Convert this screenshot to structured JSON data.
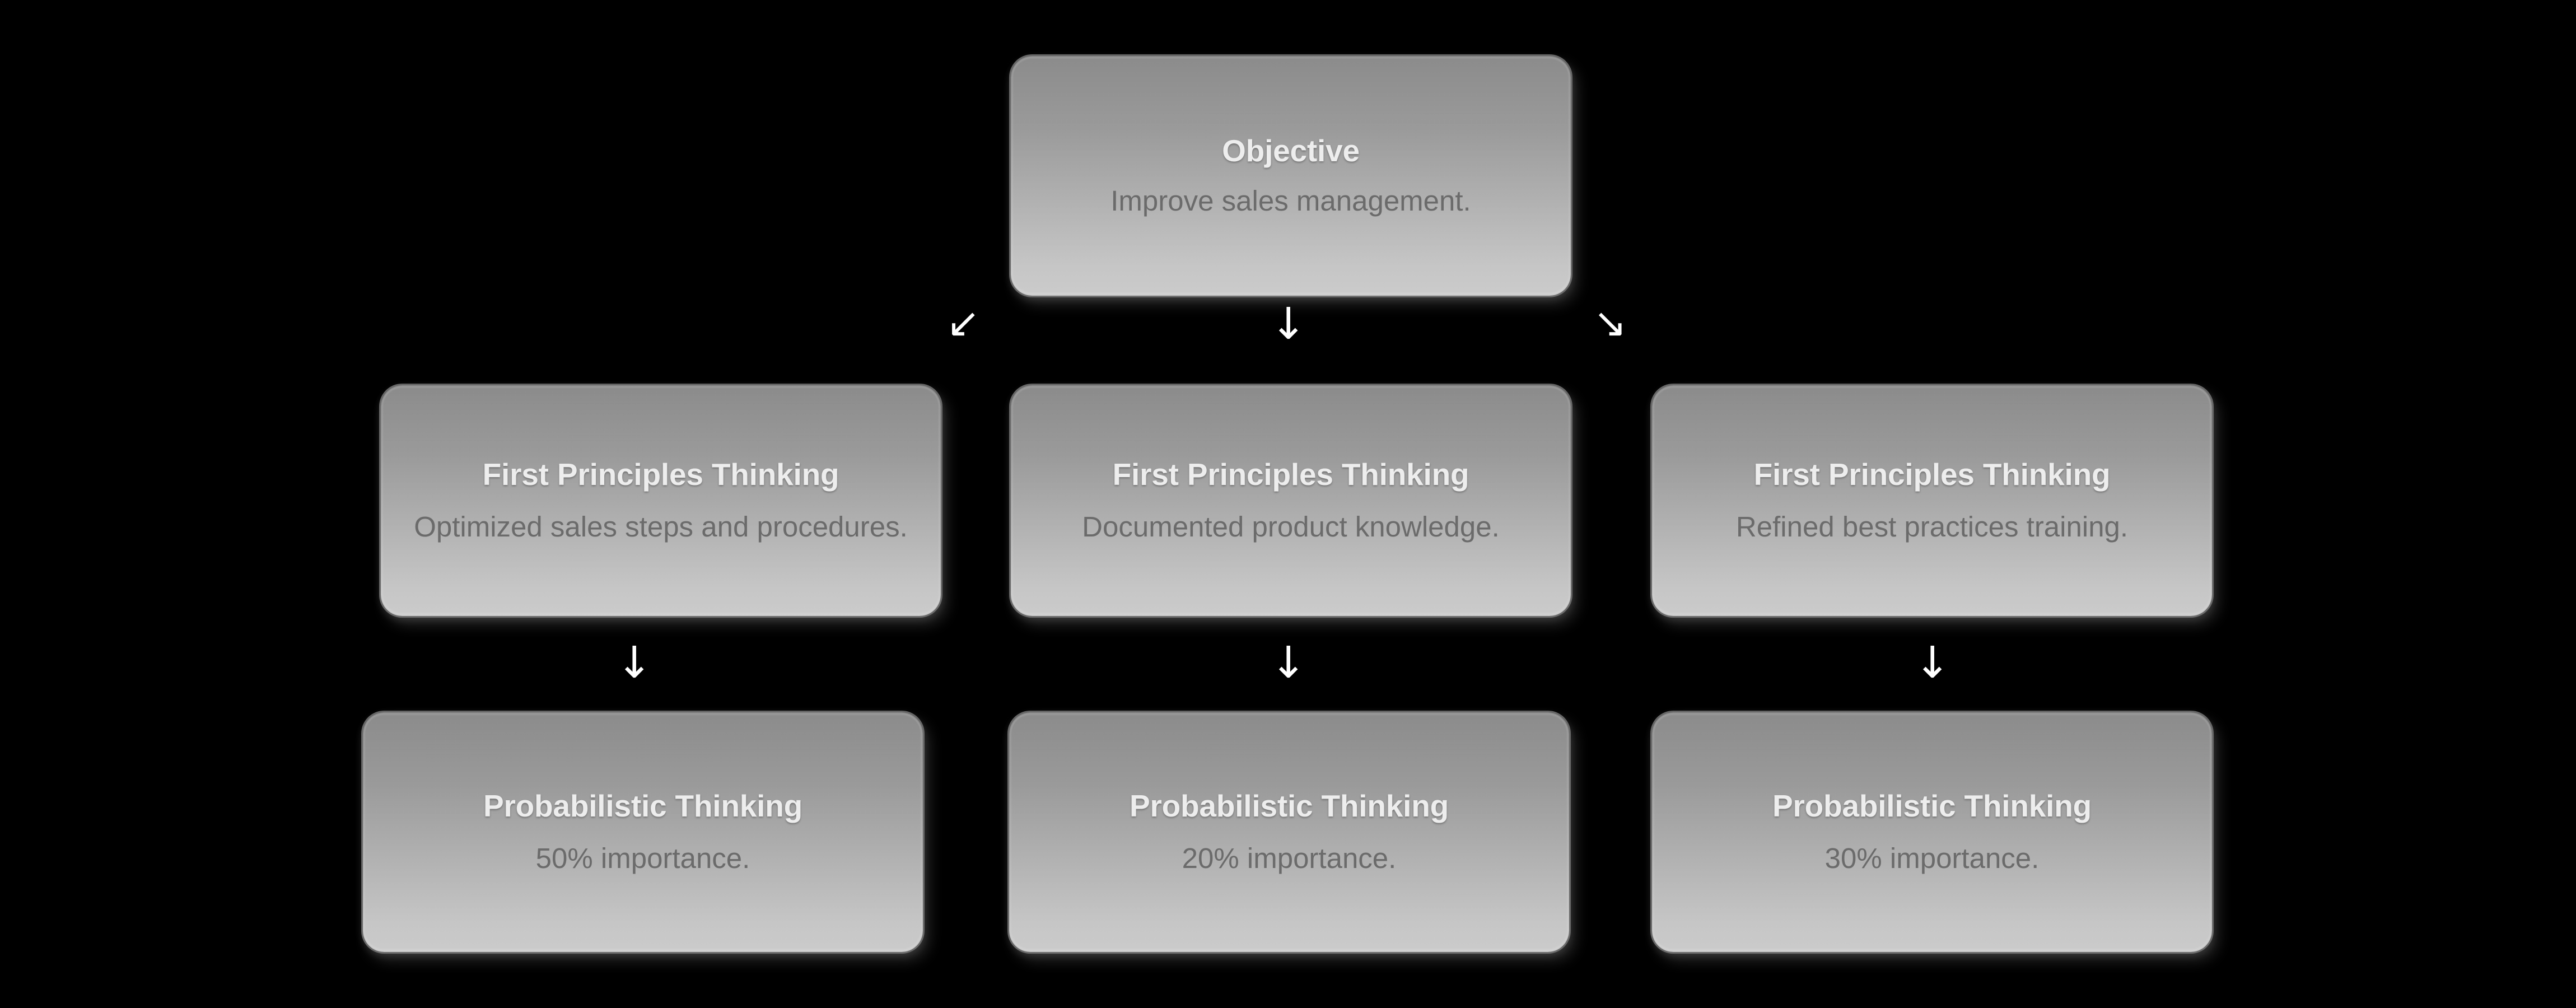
{
  "diagram": {
    "type": "hierarchy-flowchart",
    "background_color": "#000000",
    "card_gradient_top": "#8b8b8b",
    "card_gradient_bottom": "#cbcbcb",
    "title_color": "#ededed",
    "subtitle_color": "#6b6b6b",
    "arrow_color": "#ffffff"
  },
  "root": {
    "title": "Objective",
    "subtitle": "Improve sales management."
  },
  "connectors_row1": [
    {
      "glyph": "↙",
      "name": "arrow-down-left"
    },
    {
      "glyph": "↓",
      "name": "arrow-down"
    },
    {
      "glyph": "↘",
      "name": "arrow-down-right"
    }
  ],
  "connectors_row2": [
    {
      "glyph": "↓",
      "name": "arrow-down"
    },
    {
      "glyph": "↓",
      "name": "arrow-down"
    },
    {
      "glyph": "↓",
      "name": "arrow-down"
    }
  ],
  "middle_row": [
    {
      "title": "First Principles Thinking",
      "subtitle": "Optimized sales steps and procedures."
    },
    {
      "title": "First Principles Thinking",
      "subtitle": "Documented product knowledge."
    },
    {
      "title": "First Principles Thinking",
      "subtitle": "Refined best practices training."
    }
  ],
  "bottom_row": [
    {
      "title": "Probabilistic Thinking",
      "subtitle": "50% importance."
    },
    {
      "title": "Probabilistic Thinking",
      "subtitle": "20% importance."
    },
    {
      "title": "Probabilistic Thinking",
      "subtitle": "30% importance."
    }
  ]
}
